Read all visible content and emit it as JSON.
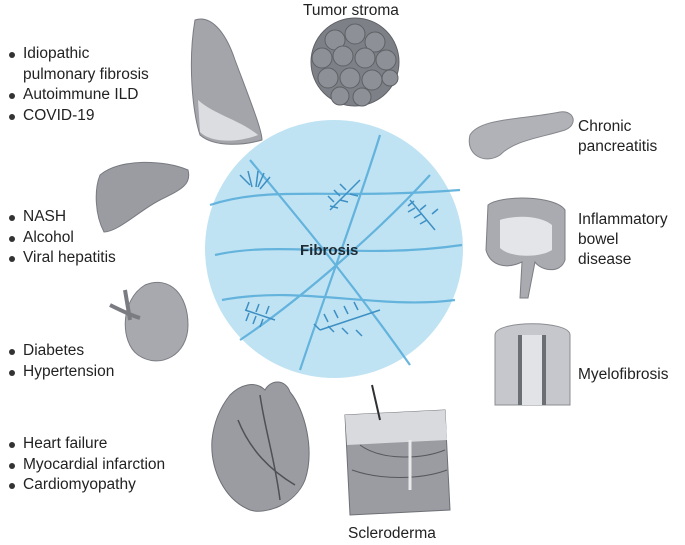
{
  "center_label": "Fibrosis",
  "organs": {
    "tumor_stroma": "Tumor stroma",
    "chronic_pancreatitis": [
      "Chronic",
      "pancreatitis"
    ],
    "ibd": [
      "Inflammatory",
      "bowel",
      "disease"
    ],
    "myelofibrosis": "Myelofibrosis",
    "scleroderma": "Scleroderma"
  },
  "lists": {
    "lung": [
      "Idiopathic",
      "pulmonary fibrosis",
      "Autoimmune ILD",
      "COVID-19"
    ],
    "liver": [
      "NASH",
      "Alcohol",
      "Viral hepatitis"
    ],
    "kidney": [
      "Diabetes",
      "Hypertension"
    ],
    "heart": [
      "Heart failure",
      "Myocardial infarction",
      "Cardiomyopathy"
    ]
  },
  "colors": {
    "fibrosis_circle": "#bfe3f3",
    "fibre": "#4a9fd0",
    "organ_gray": "#9a9ca2",
    "organ_light": "#c9cacf"
  }
}
